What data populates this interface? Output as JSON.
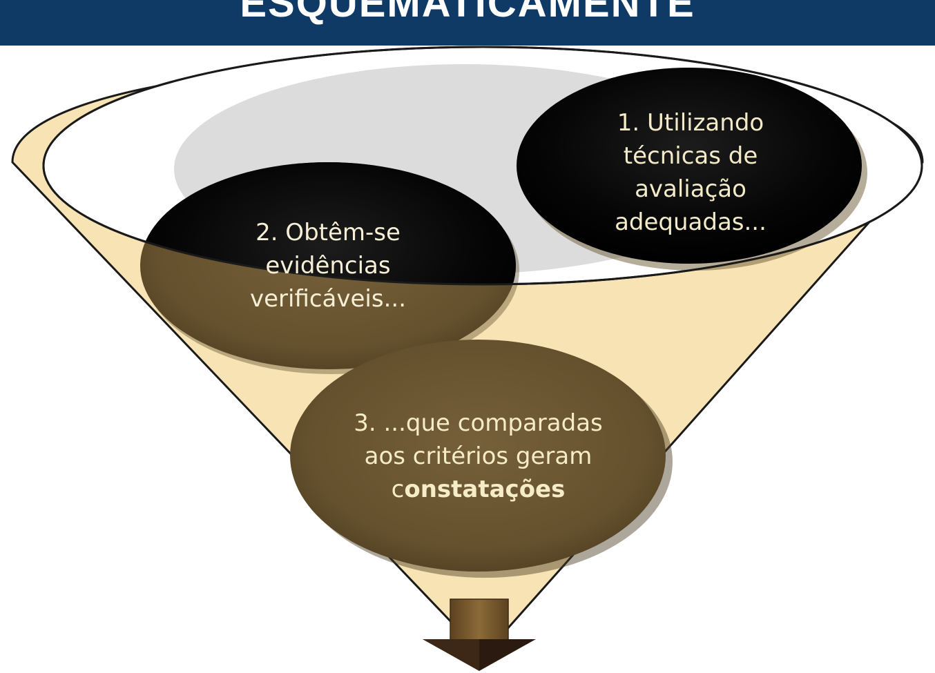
{
  "header": {
    "title": "ESQUEMATICAMENTE"
  },
  "steps": [
    {
      "id": 1,
      "lines": [
        "1. Utilizando",
        "técnicas de",
        "avaliação",
        "adequadas..."
      ]
    },
    {
      "id": 2,
      "lines": [
        "2. Obtêm-se",
        "evidências",
        "verificáveis..."
      ]
    },
    {
      "id": 3,
      "lines": [
        "3. ...que comparadas",
        "aos critérios geram"
      ],
      "emphasis_prefix": "c",
      "emphasis_bold": "onstatações"
    }
  ],
  "colors": {
    "header_bg": "#0f3a66",
    "funnel_fill": "#f8e3b4",
    "ellipse_black": "#050505",
    "ellipse_olive": "#6a5530",
    "arrow_shaft": "#7a5a2e",
    "arrow_head": "#2a1a10"
  }
}
